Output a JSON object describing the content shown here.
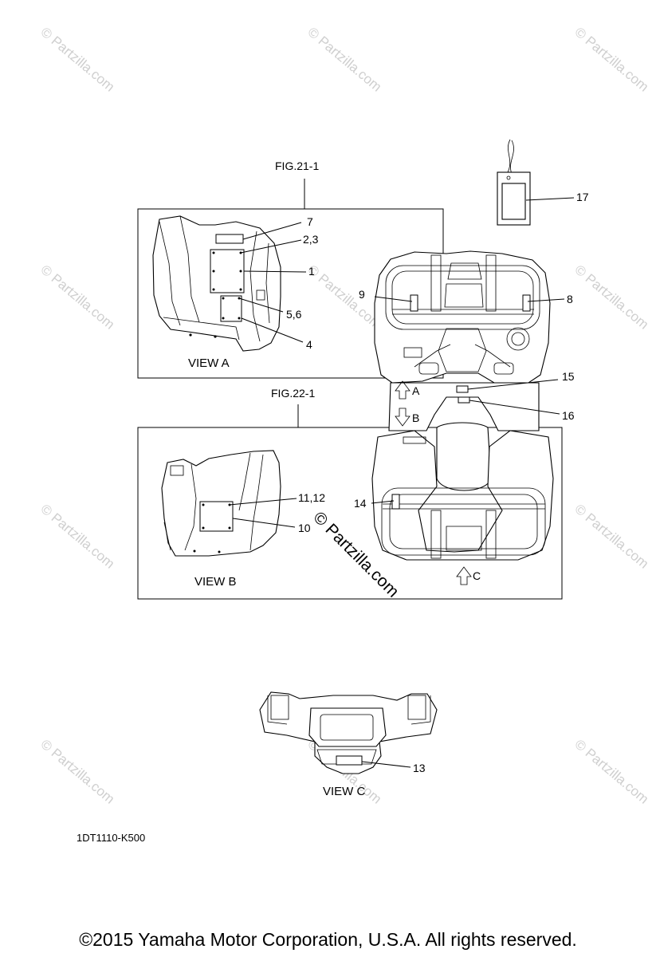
{
  "figure_refs": {
    "fig_a": "FIG.21-1",
    "fig_b": "FIG.22-1"
  },
  "views": {
    "a": "VIEW A",
    "b": "VIEW B",
    "c": "VIEW C"
  },
  "callouts": {
    "c1": "1",
    "c2_3": "2,3",
    "c4": "4",
    "c5_6": "5,6",
    "c7": "7",
    "c8": "8",
    "c9": "9",
    "c10": "10",
    "c11_12": "11,12",
    "c13": "13",
    "c14": "14",
    "c15": "15",
    "c16": "16",
    "c17": "17"
  },
  "arrows": {
    "a": "A",
    "b": "B",
    "c": "C"
  },
  "diagram_code": "1DT1110-K500",
  "watermark": {
    "small": "© Partzilla.com",
    "large": "© Partzilla.com"
  },
  "copyright": "©2015 Yamaha Motor Corporation, U.S.A. All rights reserved."
}
